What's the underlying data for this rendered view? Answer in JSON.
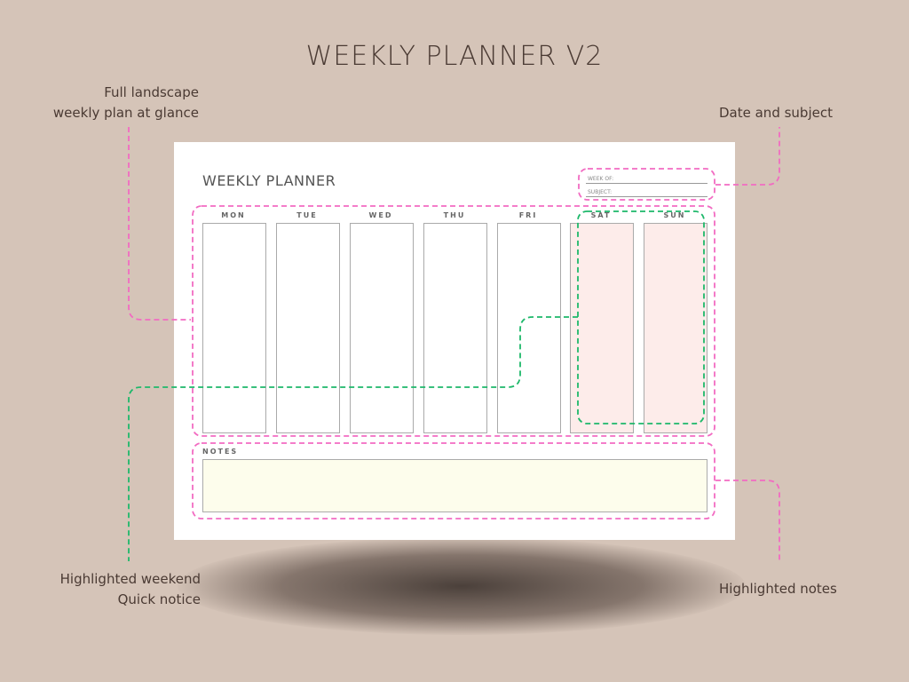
{
  "title": "WEEKLY PLANNER V2",
  "annotations": {
    "landscape": [
      "Full landscape",
      "weekly plan at glance"
    ],
    "date": "Date and subject",
    "weekend": [
      "Highlighted weekend",
      "Quick notice"
    ],
    "notes": "Highlighted notes"
  },
  "planner": {
    "title": "WEEKLY PLANNER",
    "week_of": "WEEK OF:",
    "subject": "SUBJECT:",
    "days": [
      "MON",
      "TUE",
      "WED",
      "THU",
      "FRI",
      "SAT",
      "SUN"
    ],
    "notes_label": "NOTES"
  },
  "colors": {
    "background": "#d5c4b8",
    "pink": "#f26bc2",
    "green": "#1db86a",
    "weekend": "#fdecea",
    "notes": "#fdfdec"
  }
}
